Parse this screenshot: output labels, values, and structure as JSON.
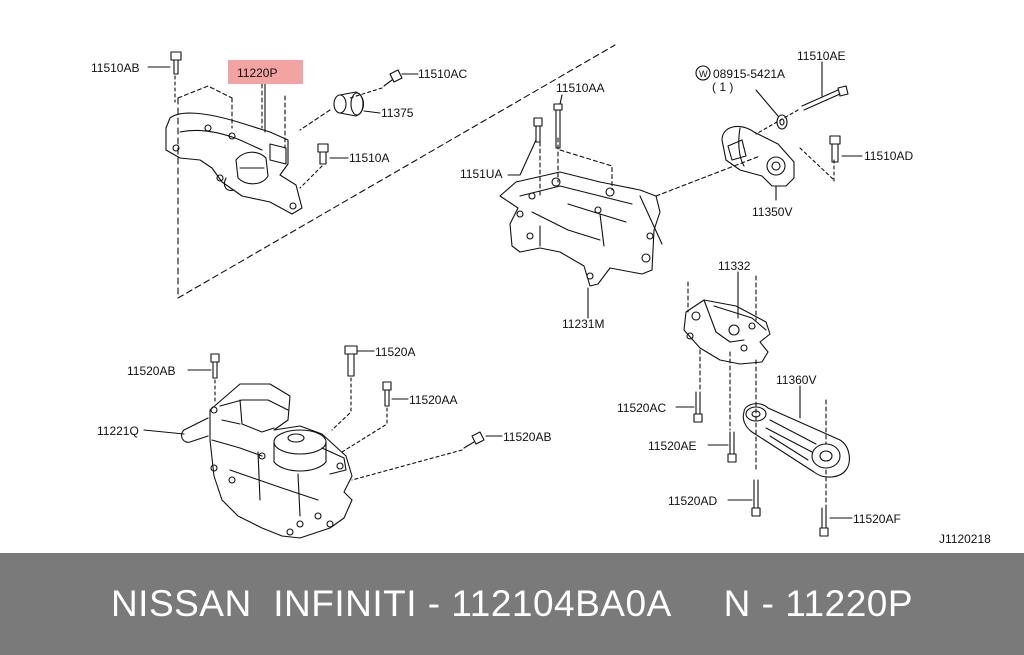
{
  "diagram": {
    "highlight_color": "#f4a3a3",
    "labels": {
      "l_11510AB": "11510AB",
      "l_11220P": "11220P",
      "l_11510AC": "11510AC",
      "l_11375": "11375",
      "l_11510A": "11510A",
      "l_11510AA": "11510AA",
      "l_1151UA": "1151UA",
      "l_11231M": "11231M",
      "l_washer_pn": "08915-5421A",
      "l_washer_qty": "( 1 )",
      "l_washer_mark": "W",
      "l_11510AE": "11510AE",
      "l_11510AD": "11510AD",
      "l_11350V": "11350V",
      "l_11332": "11332",
      "l_11360V": "11360V",
      "l_11520AC": "11520AC",
      "l_11520AE": "11520AE",
      "l_11520AD": "11520AD",
      "l_11520AF": "11520AF",
      "l_11520AB_left": "11520AB",
      "l_11520A": "11520A",
      "l_11520AA": "11520AA",
      "l_11221Q": "11221Q",
      "l_11520AB_right": "11520AB",
      "l_ref": "J1120218"
    }
  },
  "footer": {
    "text": "NISSAN  INFINITI - 112104BA0A     N - 11220P",
    "background": "#7a7a7a"
  }
}
